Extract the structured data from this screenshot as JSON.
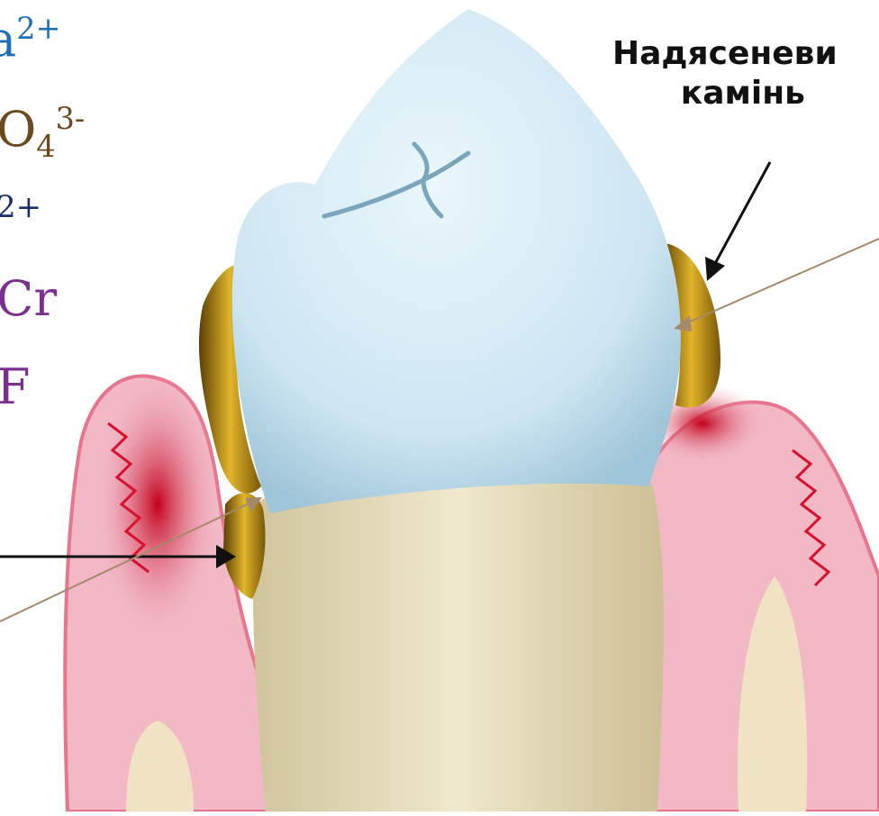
{
  "colors": {
    "ca": "#1f6fb5",
    "po4": "#6b4a1e",
    "mg": "#1b2f6d",
    "cr": "#7b2f8f",
    "f": "#7b2f8f",
    "enamel": "#cde6f2",
    "root": "#e9dfbf",
    "gum": "#f2b8c6",
    "inflamed": "#d8102c",
    "calculus": "#c79a1a",
    "calculus_dark": "#5a3f05",
    "bone": "#efe3c4"
  },
  "ions": {
    "ca": {
      "text": "a",
      "sup": "2+"
    },
    "po4": {
      "text": "O",
      "sub": "4",
      "sup": "3-"
    },
    "mg": {
      "text": "2+"
    },
    "cr": {
      "text": "Cr"
    },
    "f": {
      "text": "F"
    }
  },
  "labels": {
    "supragingival_line1": "Надясеневи",
    "supragingival_line2": "камінь"
  }
}
